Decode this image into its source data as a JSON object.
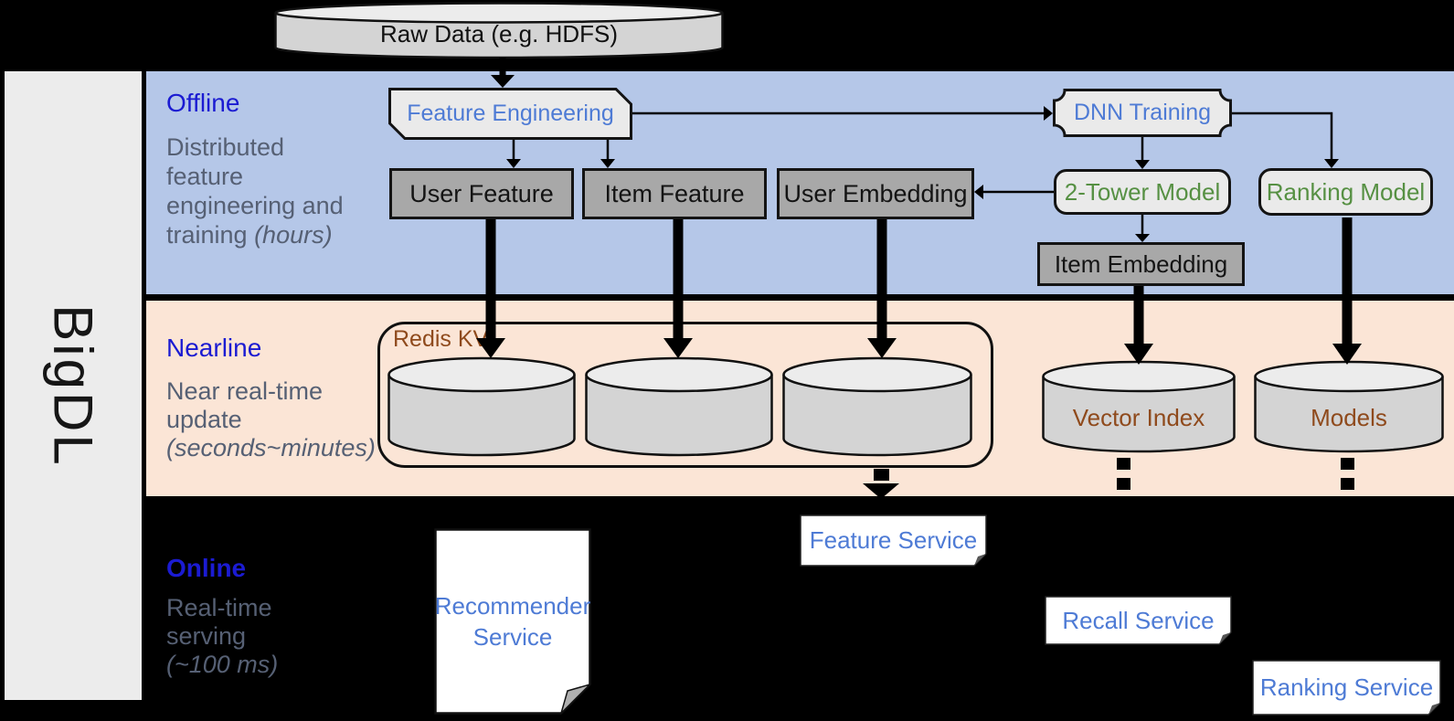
{
  "brand": {
    "name": "BigDL"
  },
  "data_source": {
    "label": "Raw Data (e.g. HDFS)"
  },
  "bands": {
    "offline": {
      "title": "Offline",
      "line1": "Distributed",
      "line2": "feature",
      "line3": "engineering and",
      "line4_regular": "training ",
      "line4_italic": "(hours)"
    },
    "nearline": {
      "title": "Nearline",
      "line1": "Near real-time",
      "line2": "update",
      "line3_italic": "(seconds~minutes)"
    },
    "online": {
      "title": "Online",
      "line1": "Real-time",
      "line2": "serving",
      "line3_italic": "(~100 ms)"
    }
  },
  "offline_nodes": {
    "feature_engineering": "Feature Engineering",
    "dnn_training": "DNN Training",
    "user_feature": "User Feature",
    "item_feature": "Item Feature",
    "user_embedding": "User Embedding",
    "two_tower_model": "2-Tower Model",
    "ranking_model": "Ranking Model",
    "item_embedding": "Item Embedding"
  },
  "nearline_nodes": {
    "redis_kv": "Redis KV",
    "vector_index": "Vector Index",
    "models": "Models"
  },
  "online_services": {
    "recommender_line1": "Recommender",
    "recommender_line2": "Service",
    "feature_service": "Feature Service",
    "recall_service": "Recall Service",
    "ranking_service": "Ranking Service"
  },
  "colors": {
    "offline_band": "#b5c7e8",
    "nearline_band": "#fbe5d6",
    "online_background": "#000000",
    "section_title_blue": "#1b1bd2",
    "description_gray": "#566074",
    "node_text_blue": "#4e7bd5",
    "node_text_green": "#569043",
    "storage_text_brown": "#8f4a1c",
    "gray_node_fill": "#a8a8a8",
    "light_node_fill": "#eaeaea",
    "cylinder_body_fill": "#d4d4d4",
    "cylinder_top_fill": "#ececec",
    "sidebar_fill": "#ececec"
  }
}
